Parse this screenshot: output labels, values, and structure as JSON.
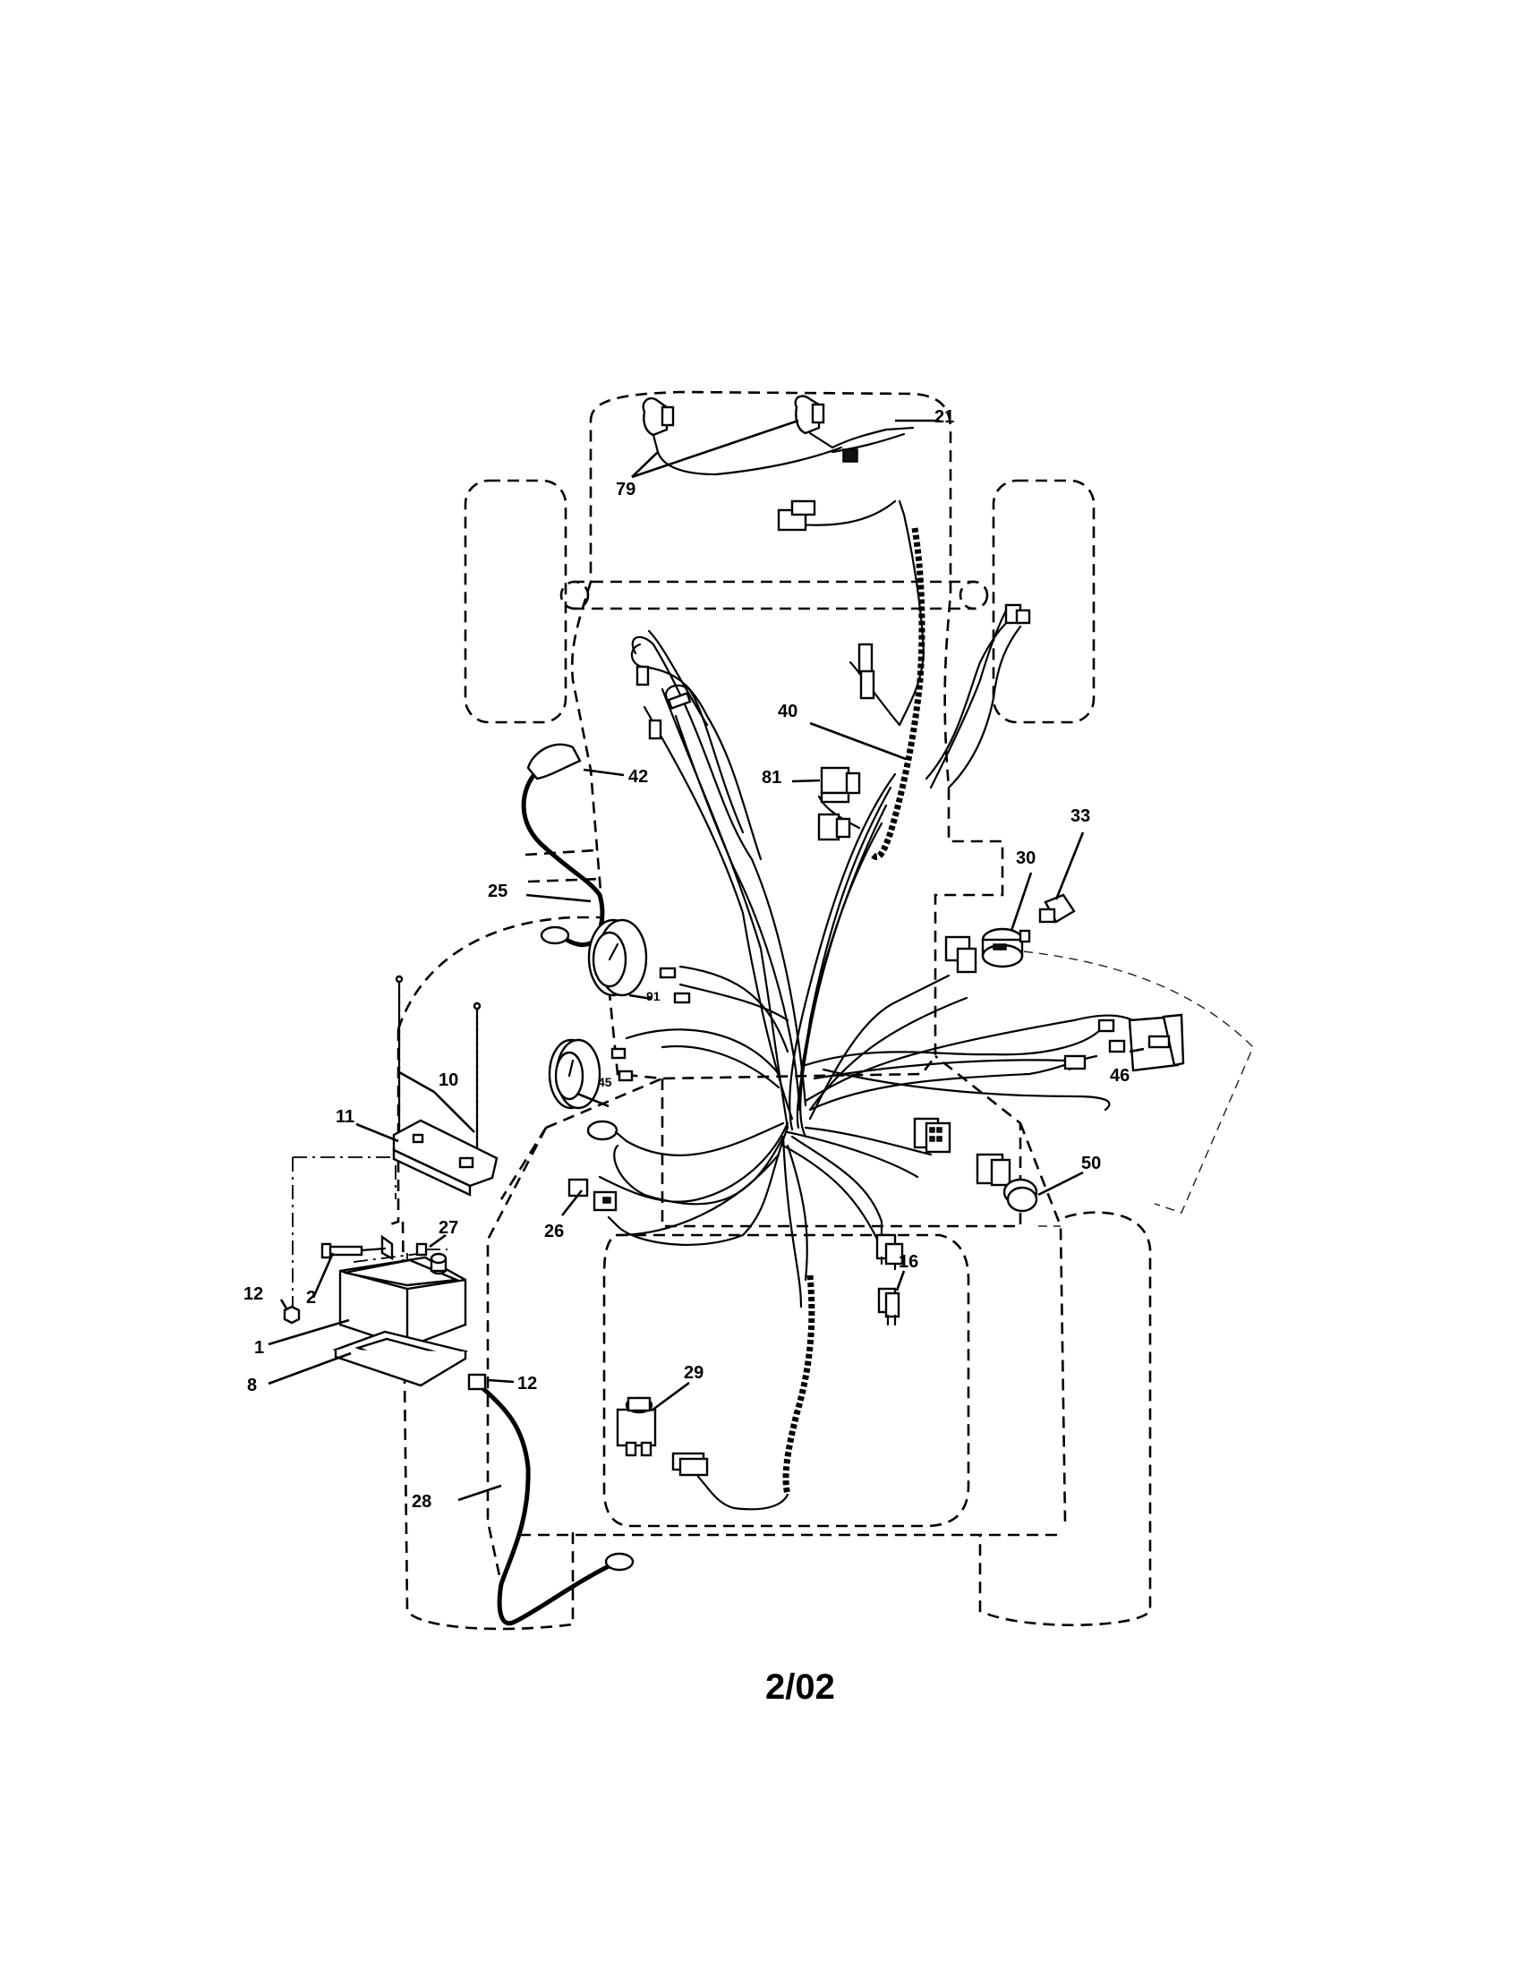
{
  "diagram": {
    "page_code": "2/02",
    "callouts": {
      "c21": "21",
      "c79": "79",
      "c40": "40",
      "c81": "81",
      "c42": "42",
      "c25": "25",
      "c33": "33",
      "c30": "30",
      "c91": "91",
      "c10": "10",
      "c11": "11",
      "c45": "45",
      "c46": "46",
      "c50": "50",
      "c27": "27",
      "c12a": "12",
      "c2": "2",
      "c1": "1",
      "c8": "8",
      "c26": "26",
      "c16": "16",
      "c29": "29",
      "c12b": "12",
      "c28": "28"
    }
  }
}
